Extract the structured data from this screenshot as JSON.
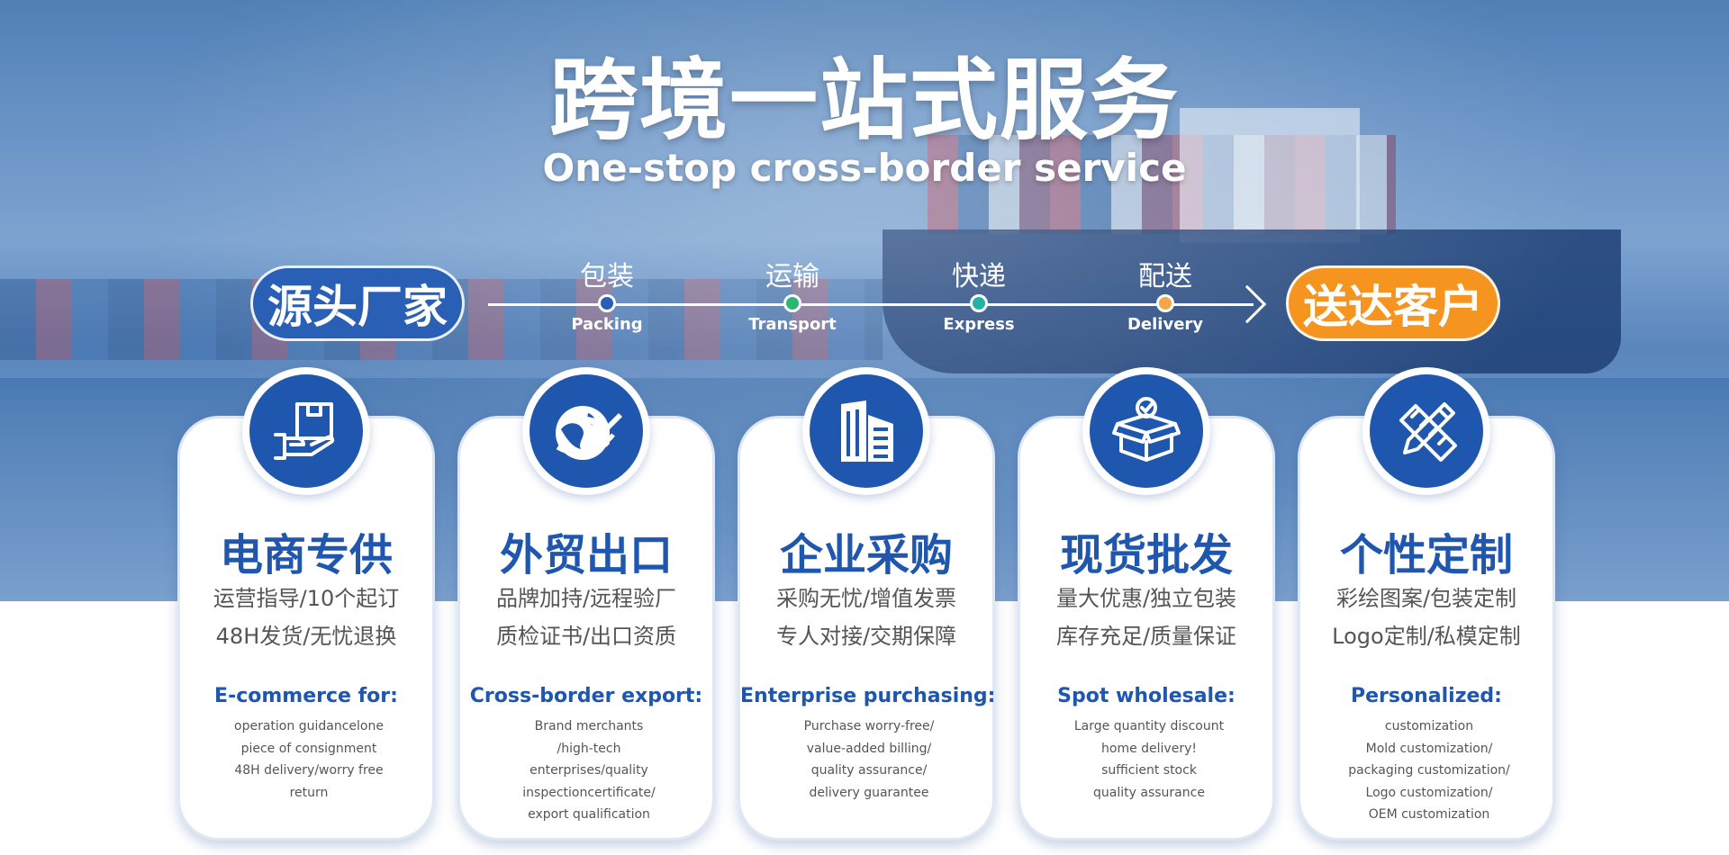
{
  "header": {
    "title": "跨境一站式服务",
    "subtitle": "One-stop cross-border service"
  },
  "flow": {
    "source": "源头厂家",
    "destination": "送达客户",
    "steps": [
      {
        "cn": "包装",
        "en": "Packing",
        "color": "#2a5fb6"
      },
      {
        "cn": "运输",
        "en": "Transport",
        "color": "#2bb673"
      },
      {
        "cn": "快递",
        "en": "Express",
        "color": "#22b3a6"
      },
      {
        "cn": "配送",
        "en": "Delivery",
        "color": "#f5a54a"
      }
    ]
  },
  "cards": [
    {
      "icon": "hand-package-icon",
      "title": "电商专供",
      "line1": "运营指导/10个起订",
      "line2": "48H发货/无忧退换",
      "en_title": "E-commerce for:",
      "desc": [
        "operation guidancelone",
        "piece of consignment",
        "48H delivery/worry free",
        "return"
      ]
    },
    {
      "icon": "globe-airplane-icon",
      "title": "外贸出口",
      "line1": "品牌加持/远程验厂",
      "line2": "质检证书/出口资质",
      "en_title": "Cross-border export:",
      "desc": [
        "Brand merchants",
        "/high-tech",
        "enterprises/quality",
        "inspectioncertificate/",
        "export qualification"
      ]
    },
    {
      "icon": "building-icon",
      "title": "企业采购",
      "line1": "采购无忧/增值发票",
      "line2": "专人对接/交期保障",
      "en_title": "Enterprise purchasing:",
      "desc": [
        "Purchase worry-free/",
        "value-added billing/",
        "quality assurance/",
        "delivery guarantee"
      ]
    },
    {
      "icon": "box-check-icon",
      "title": "现货批发",
      "line1": "量大优惠/独立包装",
      "line2": "库存充足/质量保证",
      "en_title": "Spot wholesale:",
      "desc": [
        "Large quantity discount",
        "home delivery!",
        "sufficient stock",
        "quality assurance"
      ]
    },
    {
      "icon": "pencil-ruler-icon",
      "title": "个性定制",
      "line1": "彩绘图案/包装定制",
      "line2": "Logo定制/私模定制",
      "en_title": "Personalized:",
      "desc": [
        "customization",
        "Mold customization/",
        "packaging customization/",
        "Logo customization/",
        "OEM customization"
      ]
    }
  ]
}
